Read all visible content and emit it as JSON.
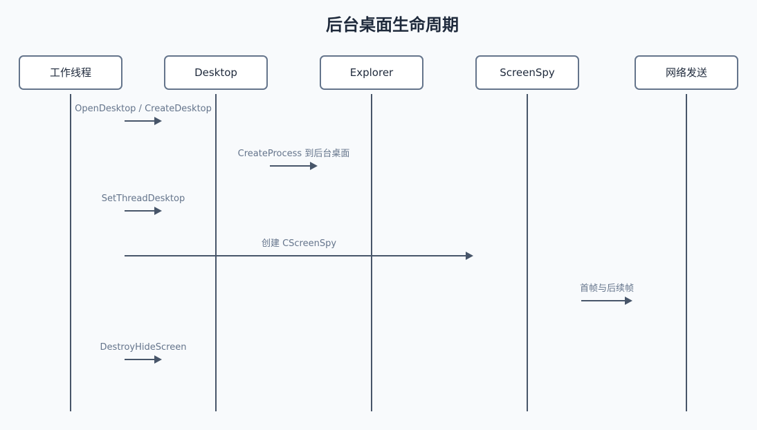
{
  "title": "后台桌面生命周期",
  "colors": {
    "background": "#f8fafc",
    "title": "#1e293b",
    "box_border": "#64748b",
    "line": "#475569",
    "message_text": "#64748b"
  },
  "actors": [
    {
      "id": "worker",
      "label": "工作线程"
    },
    {
      "id": "desktop",
      "label": "Desktop"
    },
    {
      "id": "explorer",
      "label": "Explorer"
    },
    {
      "id": "screenspy",
      "label": "ScreenSpy"
    },
    {
      "id": "network",
      "label": "网络发送"
    }
  ],
  "messages": [
    {
      "label": "OpenDesktop / CreateDesktop"
    },
    {
      "label": "CreateProcess 到后台桌面"
    },
    {
      "label": "SetThreadDesktop"
    },
    {
      "label": "创建 CScreenSpy"
    },
    {
      "label": "首帧与后续帧"
    },
    {
      "label": "DestroyHideScreen"
    }
  ]
}
